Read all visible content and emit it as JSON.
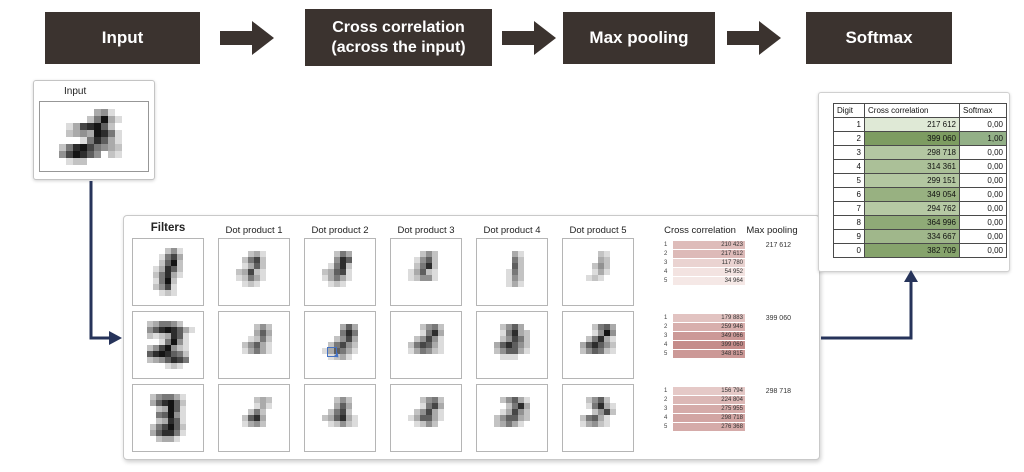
{
  "colors": {
    "flow_box_dark": "#3b332f",
    "connector_navy": "#26335a",
    "cursor_blue": "#4472c4",
    "max_green": "#7d9c61",
    "max_pink": "#c58c8a"
  },
  "flow": {
    "steps": [
      {
        "label": "Input"
      },
      {
        "label": "Cross correlation",
        "label2": "(across the input)"
      },
      {
        "label": "Max pooling"
      },
      {
        "label": "Softmax"
      }
    ]
  },
  "input_card": {
    "label": "Input"
  },
  "panel": {
    "headers": {
      "filters": "Filters",
      "dot_products": [
        "Dot product 1",
        "Dot product 2",
        "Dot product 3",
        "Dot product 4",
        "Dot product 5"
      ],
      "cross_correlation": "Cross correlation",
      "max_pooling": "Max pooling"
    },
    "rows": [
      {
        "filter_img": "filter1",
        "dp_imgs": [
          "r1dp1",
          "r1dp2",
          "r1dp3",
          "r1dp4",
          "r1dp5"
        ],
        "cross_rows": [
          {
            "i": "1",
            "value": "210 423",
            "shade": "#debcba"
          },
          {
            "i": "2",
            "value": "217 612",
            "shade": "#ddbab8"
          },
          {
            "i": "3",
            "value": "117 780",
            "shade": "#ead3d1"
          },
          {
            "i": "4",
            "value": "54 952",
            "shade": "#f3e3e1"
          },
          {
            "i": "5",
            "value": "34 964",
            "shade": "#f5e8e6"
          }
        ],
        "max_pooling": "217 612"
      },
      {
        "filter_img": "filter2",
        "dp_imgs": [
          "r2dp1",
          "r2dp2",
          "r2dp3",
          "r2dp4",
          "r2dp5"
        ],
        "cross_rows": [
          {
            "i": "1",
            "value": "179 883",
            "shade": "#e2c3c1"
          },
          {
            "i": "2",
            "value": "259 946",
            "shade": "#d8afad"
          },
          {
            "i": "3",
            "value": "349 066",
            "shade": "#cc9997"
          },
          {
            "i": "4",
            "value": "399 060",
            "shade": "#c58c8a"
          },
          {
            "i": "5",
            "value": "348 815",
            "shade": "#cc9997"
          }
        ],
        "max_pooling": "399 060"
      },
      {
        "filter_img": "filter3",
        "dp_imgs": [
          "r3dp1",
          "r3dp2",
          "r3dp3",
          "r3dp4",
          "r3dp5"
        ],
        "cross_rows": [
          {
            "i": "1",
            "value": "156 794",
            "shade": "#e5c9c7"
          },
          {
            "i": "2",
            "value": "224 804",
            "shade": "#dcb8b6"
          },
          {
            "i": "3",
            "value": "275 955",
            "shade": "#d5aba9"
          },
          {
            "i": "4",
            "value": "298 718",
            "shade": "#d2a5a3"
          },
          {
            "i": "5",
            "value": "276 368",
            "shade": "#d5aba9"
          }
        ],
        "max_pooling": "298 718"
      }
    ]
  },
  "result_table": {
    "headers": [
      "Digit",
      "Cross correlation",
      "Softmax"
    ],
    "rows": [
      {
        "digit": "1",
        "cross": "217 612",
        "softmax": "0,00",
        "cross_shade": "#dfe9d6",
        "softmax_shade": ""
      },
      {
        "digit": "2",
        "cross": "399 060",
        "softmax": "1,00",
        "cross_shade": "#7d9c61",
        "softmax_shade": "#93b087"
      },
      {
        "digit": "3",
        "cross": "298 718",
        "softmax": "0,00",
        "cross_shade": "#b3c7a2",
        "softmax_shade": ""
      },
      {
        "digit": "4",
        "cross": "314 361",
        "softmax": "0,00",
        "cross_shade": "#abc098",
        "softmax_shade": ""
      },
      {
        "digit": "5",
        "cross": "299 151",
        "softmax": "0,00",
        "cross_shade": "#b3c7a1",
        "softmax_shade": ""
      },
      {
        "digit": "6",
        "cross": "349 054",
        "softmax": "0,00",
        "cross_shade": "#98b181",
        "softmax_shade": ""
      },
      {
        "digit": "7",
        "cross": "294 762",
        "softmax": "0,00",
        "cross_shade": "#b6c9a4",
        "softmax_shade": ""
      },
      {
        "digit": "8",
        "cross": "364 996",
        "softmax": "0,00",
        "cross_shade": "#8faa77",
        "softmax_shade": ""
      },
      {
        "digit": "9",
        "cross": "334 667",
        "softmax": "0,00",
        "cross_shade": "#a0b78b",
        "softmax_shade": ""
      },
      {
        "digit": "0",
        "cross": "382 709",
        "softmax": "0,00",
        "cross_shade": "#86a36c",
        "softmax_shade": ""
      }
    ]
  },
  "images": {
    "input": [
      "......341...",
      ".....25931..",
      "..1378962...",
      "..23439851..",
      "....158631..",
      ".258975432..",
      ".479864.21..",
      "..122......."
    ],
    "filter1": [
      "....241..",
      "...1573..",
      "...2692..",
      "..13862..",
      "..25831..",
      "..1592...",
      "..2471...",
      "...121..."
    ],
    "filter2": [
      ".235542..",
      ".46898631",
      ".2123861.",
      "...15941.",
      ".2479421.",
      ".6898652.",
      ".2346875.",
      "....121.."
    ],
    "filter3": [
      ".245531.",
      ".368962.",
      "..23961.",
      "..56941.",
      "..23861.",
      ".257962.",
      ".368851.",
      "..2331.."
    ],
    "r1dp1": [
      "...231..",
      "..2572..",
      "..1362..",
      ".23721..",
      ".12531..",
      "..121...",
      "........"
    ],
    "r1dp2": [
      "...253..",
      "...486..",
      "..1582..",
      ".23671..",
      ".13531..",
      "..121...",
      "........"
    ],
    "r1dp3": [
      "...242..",
      "..1462..",
      "..2582..",
      ".13621..",
      ".12441..",
      "........",
      "........"
    ],
    "r1dp4": [
      "....31..",
      "....52..",
      "....62..",
      "...152..",
      "...142..",
      "...131..",
      "........"
    ],
    "r1dp5": [
      "....21..",
      "....32..",
      "...242..",
      "...131..",
      "..121...",
      "........",
      "........"
    ],
    "r2dp1": [
      "....242.",
      "....363.",
      "...1252.",
      "..24631.",
      "..13531.",
      "........",
      "........"
    ],
    "r2dp2": [
      "....363.",
      "....585.",
      "...2473.",
      "..25742.",
      ".136531.",
      "..1231..",
      "........"
    ],
    "r2dp3": [
      "...2452.",
      "...1583.",
      "..24741.",
      ".257631.",
      ".135421.",
      "........",
      "........"
    ],
    "r2dp4": [
      "..2463..",
      "..15832.",
      "..24752.",
      ".368642.",
      ".246631.",
      "..111...",
      "........"
    ],
    "r2dp5": [
      "...2563.",
      "...1494.",
      "..25831.",
      ".368642.",
      ".246521.",
      "........",
      "........"
    ],
    "r3dp1": [
      "....232.",
      "....131.",
      "...252..",
      "..2683..",
      "..1342..",
      "........",
      "........"
    ],
    "r3dp2": [
      "...242..",
      "...363..",
      "..2572..",
      ".236831.",
      "..12421.",
      "........",
      "........"
    ],
    "r3dp3": [
      "...2452.",
      "...1573.",
      "..24731.",
      ".136631.",
      "..1242..",
      "........",
      "........"
    ],
    "r3dp4": [
      "..24631.",
      "...2583.",
      "..13742.",
      ".246632.",
      ".23531..",
      "........",
      "........"
    ],
    "r3dp5": [
      "..2462..",
      "..15831.",
      "...2472.",
      ".25631..",
      ".13421..",
      "........",
      "........"
    ]
  }
}
